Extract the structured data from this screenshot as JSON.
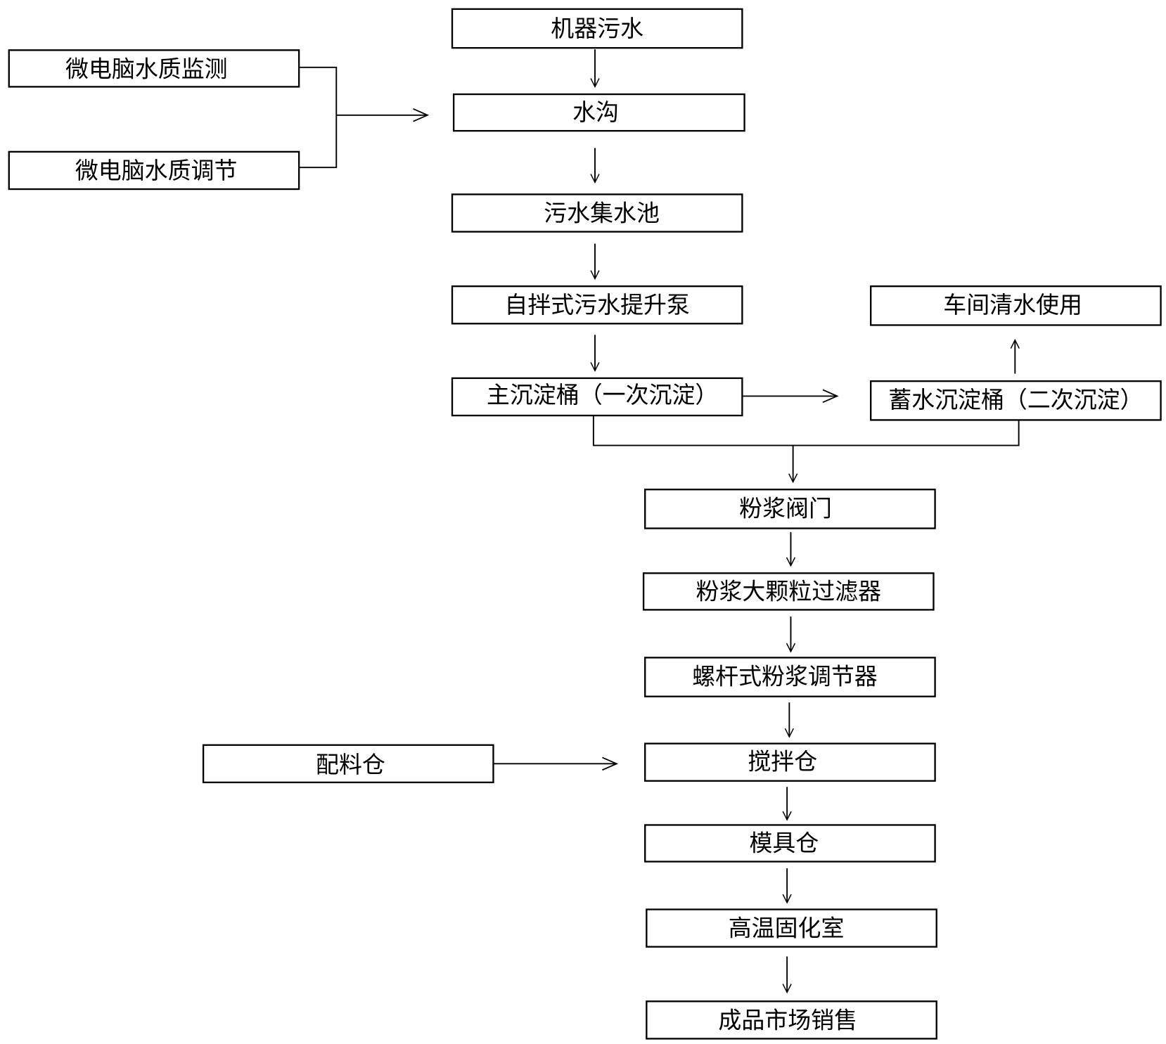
{
  "boxes": {
    "machine_wastewater": "机器污水",
    "ditch": "水沟",
    "collection_pool": "污水集水池",
    "lift_pump": "自拌式污水提升泵",
    "main_settling": "主沉淀桶（一次沉淀）",
    "workshop_water": "车间清水使用",
    "storage_settling": "蓄水沉淀桶（二次沉淀）",
    "water_monitoring": "微电脑水质监测",
    "water_regulation": "微电脑水质调节",
    "slurry_valve": "粉浆阀门",
    "particle_filter": "粉浆大颗粒过滤器",
    "screw_regulator": "螺杆式粉浆调节器",
    "mixing_bin": "搅拌仓",
    "mold_bin": "模具仓",
    "curing_room": "高温固化室",
    "market_sales": "成品市场销售",
    "ingredient_bin": "配料仓"
  }
}
